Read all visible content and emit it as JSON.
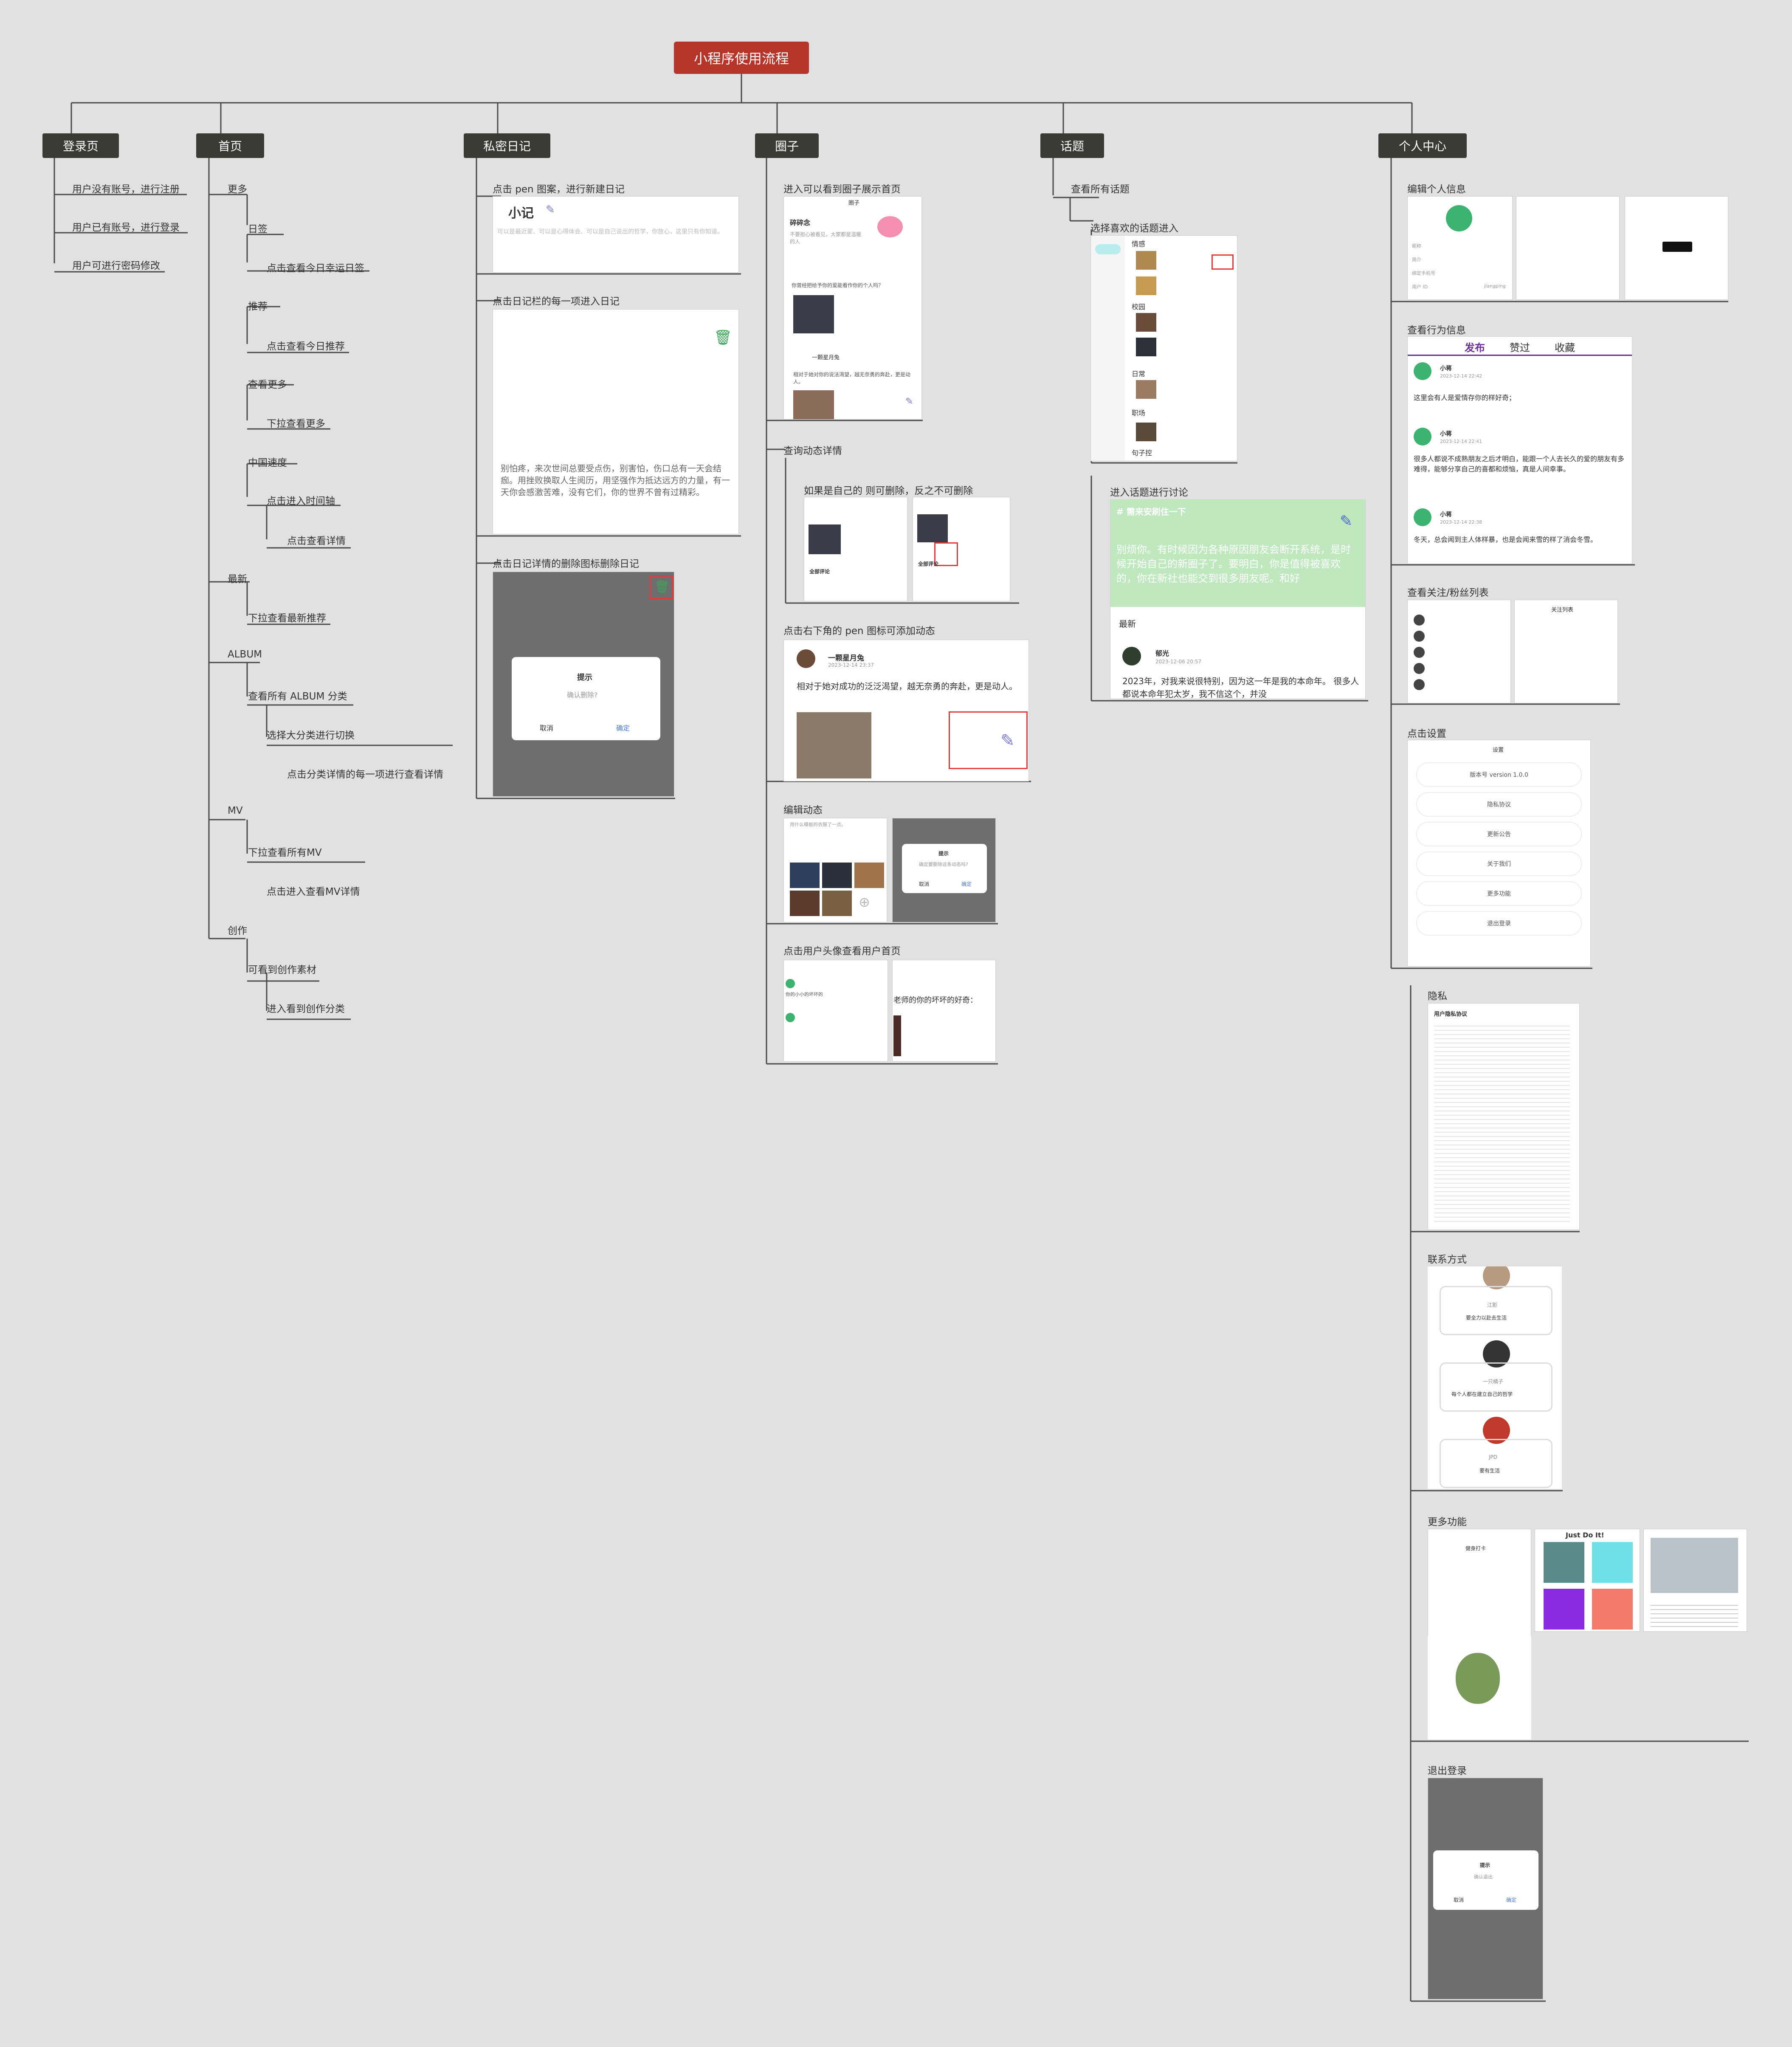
{
  "root": "小程序使用流程",
  "branches": {
    "login": "登录页",
    "home": "首页",
    "diary": "私密日记",
    "circle": "圈子",
    "topic": "话题",
    "profile": "个人中心"
  },
  "login": {
    "items": [
      "用户没有账号，进行注册",
      "用户已有账号，进行登录",
      "用户可进行密码修改"
    ]
  },
  "home": {
    "more": "更多",
    "sign": "日签",
    "sign_sub": "点击查看今日幸运日签",
    "recommend": "推荐",
    "recommend_sub": "点击查看今日推荐",
    "view_more": "查看更多",
    "view_more_sub": "下拉查看更多",
    "china_speed": "中国速度",
    "timeline": "点击进入时间轴",
    "detail": "点击查看详情",
    "latest": "最新",
    "latest_sub": "下拉查看最新推荐",
    "album": "ALBUM",
    "album_sub": "查看所有  ALBUM 分类",
    "album_switch": "选择大分类进行切换",
    "album_detail": "点击分类详情的每一项进行查看详情",
    "mv": "MV",
    "mv_sub": "下拉查看所有MV",
    "mv_detail": "点击进入查看MV详情",
    "create": "创作",
    "create_sub": "可看到创作素材",
    "create_cat": "进入看到创作分类"
  },
  "diary": {
    "new_caption": "点击 pen 图案，进行新建日记",
    "new_title": "小记",
    "new_placeholder": "可以是最近蒙、可以是心得体会、可以是自己说出的哲学，你放心，这里只有你知道。",
    "open_caption": "点击日记栏的每一项进入日记",
    "open_text": "别怕疼，来次世间总要受点伤，别害怕，伤口总有一天会结痂。用挫败换取人生阅历，用坚强作为抵达远方的力量，有一天你会感激苦难，没有它们，你的世界不曾有过精彩。",
    "delete_caption": "点击日记详情的删除图标删除日记",
    "dialog_title": "提示",
    "dialog_msg": "确认删除?",
    "dialog_cancel": "取消",
    "dialog_ok": "确定"
  },
  "circle": {
    "home_caption": "进入可以看到圈子展示首页",
    "screen_title": "圈子",
    "suisui": "碎碎念",
    "suisui_sub": "不要担心被看见，大家都是温暖的人",
    "post1_text": "你曾经把给予你的爱能看作你的个人吗？",
    "post2_user": "一颗星月兔",
    "post2_text": "相对于她对你的说法渴望，越无奈勇的奔赴，更是动人。",
    "detail_caption": "查询动态详情",
    "delete_rule": "如果是自己的 则可删除，反之不可删除",
    "all_comments": "全部评论",
    "pen_caption": "点击右下角的 pen 图标可添加动态",
    "post_user": "一颗星月兔",
    "post_time": "2023-12-14 23:37",
    "post_text": "相对于她对成功的泛泛渴望，越无奈勇的奔赴，更是动人。",
    "edit_caption": "编辑动态",
    "edit_text": "用什么模板的衣服了一点。",
    "edit_dialog_title": "提示",
    "edit_dialog_msg": "确定要删除这条动态吗?",
    "edit_cancel": "取消",
    "edit_ok": "确定",
    "avatar_caption": "点击用户头像查看用户首页",
    "avatar_text": "你的小小的坏坏的",
    "avatar_tail": "老师的你的坏坏的好奇："
  },
  "topic": {
    "all": "查看所有话题",
    "select": "选择喜欢的话题进入",
    "cat1": "情感",
    "cat2": "校园",
    "cat3": "日常",
    "cat4": "职场",
    "cat5": "句子控",
    "discuss_caption": "进入话题进行讨论",
    "discuss_title": "# 需来安刷住一下",
    "discuss_body": "别烦你。有时候因为各种原因朋友会断开系统，是时候开始自己的新圈子了。要明白，你是值得被喜欢的，你在新社也能交到很多朋友呢。和好",
    "latest": "最新",
    "latest_user": "郁光",
    "latest_time": "2023-12-06 20:57",
    "latest_text": "2023年，对我来说很特别，因为这一年是我的本命年。 很多人都说本命年犯太岁，我不信这个，并没"
  },
  "profile": {
    "edit_info": "编辑个人信息",
    "nickname_label": "昵称",
    "intro_label": "简介",
    "wechat_label": "绑定手机号",
    "id_label": "用户 ID",
    "id_value": "jiangping",
    "behavior": "查看行为信息",
    "tabs": [
      "发布",
      "赞过",
      "收藏"
    ],
    "post1_user": "小蒋",
    "post1_time": "2023-12-14 22:42",
    "post1_text": "这里会有人是爱情存你的样好奇；",
    "post2_user": "小蒋",
    "post2_time": "2023-12-14 22:41",
    "post2_text": "很多人都说不成熟朋友之后才明白，能跟一个人去长久的爱的朋友有多难得，能够分享自己的喜都和烦恼，真是人间幸事。",
    "post3_user": "小蒋",
    "post3_time": "2023-12-14 22:38",
    "post3_text": "冬天，总会闻到主人体样暴，也是会闻来雪的样了消会冬雪。",
    "follow": "查看关注/粉丝列表",
    "follow_list": "关注列表",
    "settings": "点击设置",
    "settings_title": "设置",
    "settings_items": [
      "版本号 version 1.0.0",
      "隐私协议",
      "更新公告",
      "关于我们",
      "更多功能",
      "退出登录"
    ],
    "privacy": "隐私",
    "privacy_title": "用户隐私协议",
    "contact": "联系方式",
    "contact_items": [
      "江影",
      "一只橘子",
      "JPD"
    ],
    "contact_mottos": [
      "要全力以赴去生活",
      "每个人都在建立自己的哲学",
      "要有生活"
    ],
    "more_func": "更多功能",
    "more_func_title": "健身打卡",
    "just_do_it": "Just Do It!",
    "logout": "退出登录",
    "logout_title": "提示",
    "logout_msg": "确认退出",
    "logout_cancel": "取消",
    "logout_ok": "确定"
  },
  "colors": {
    "background": "#e1e1e1",
    "root": "#b5352a",
    "branch": "#3a3a35",
    "highlight": "#e43a3a",
    "topic_green": "#bfe8bf",
    "tab_purple": "#6a2e9b"
  }
}
